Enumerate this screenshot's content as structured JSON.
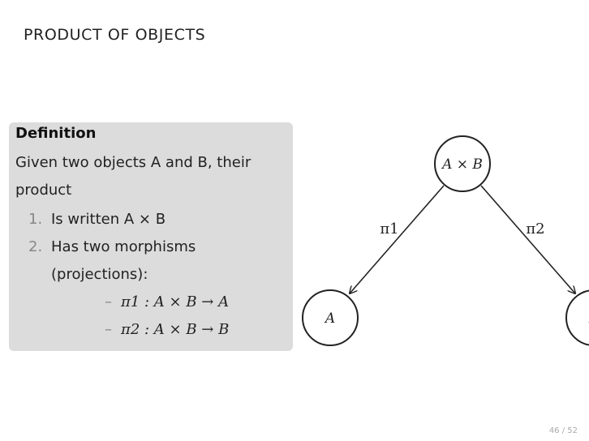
{
  "title": "PRODUCT OF OBJECTS",
  "definition": {
    "heading": "Definition",
    "intro": "Given two objects A and B, their product",
    "items": [
      "Is written A × B",
      "Has two morphisms (projections):"
    ],
    "subitems": [
      "π1 : A × B → A",
      "π2 : A × B → B"
    ]
  },
  "diagram": {
    "nodes": [
      "A × B",
      "A",
      "B"
    ],
    "edges": [
      "π1",
      "π2"
    ]
  },
  "page": "46 / 52"
}
